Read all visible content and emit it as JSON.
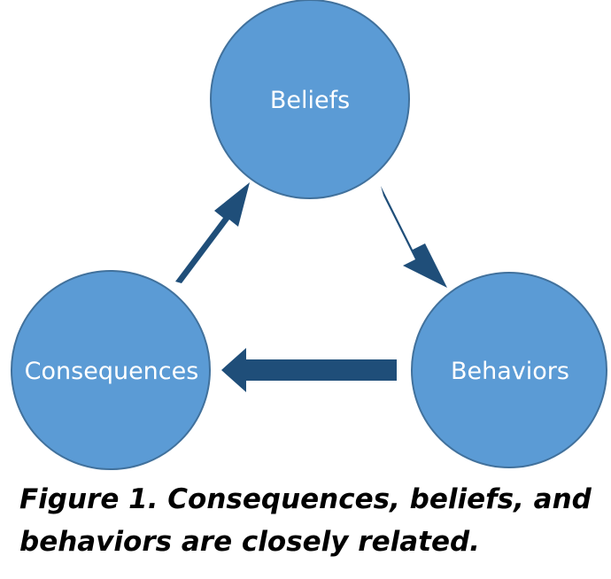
{
  "diagram": {
    "nodes": [
      {
        "id": "beliefs",
        "label": "Beliefs"
      },
      {
        "id": "behaviors",
        "label": "Behaviors"
      },
      {
        "id": "consequences",
        "label": "Consequences"
      }
    ],
    "edges": [
      {
        "from": "beliefs",
        "to": "behaviors"
      },
      {
        "from": "behaviors",
        "to": "consequences"
      },
      {
        "from": "consequences",
        "to": "beliefs"
      }
    ],
    "colors": {
      "node_fill": "#5b9bd5",
      "node_stroke": "#41719c",
      "arrow": "#1f4e79",
      "label": "#ffffff"
    }
  },
  "caption": {
    "line1": "Figure 1.  Consequences, beliefs, and",
    "line2": "behaviors are closely related."
  }
}
